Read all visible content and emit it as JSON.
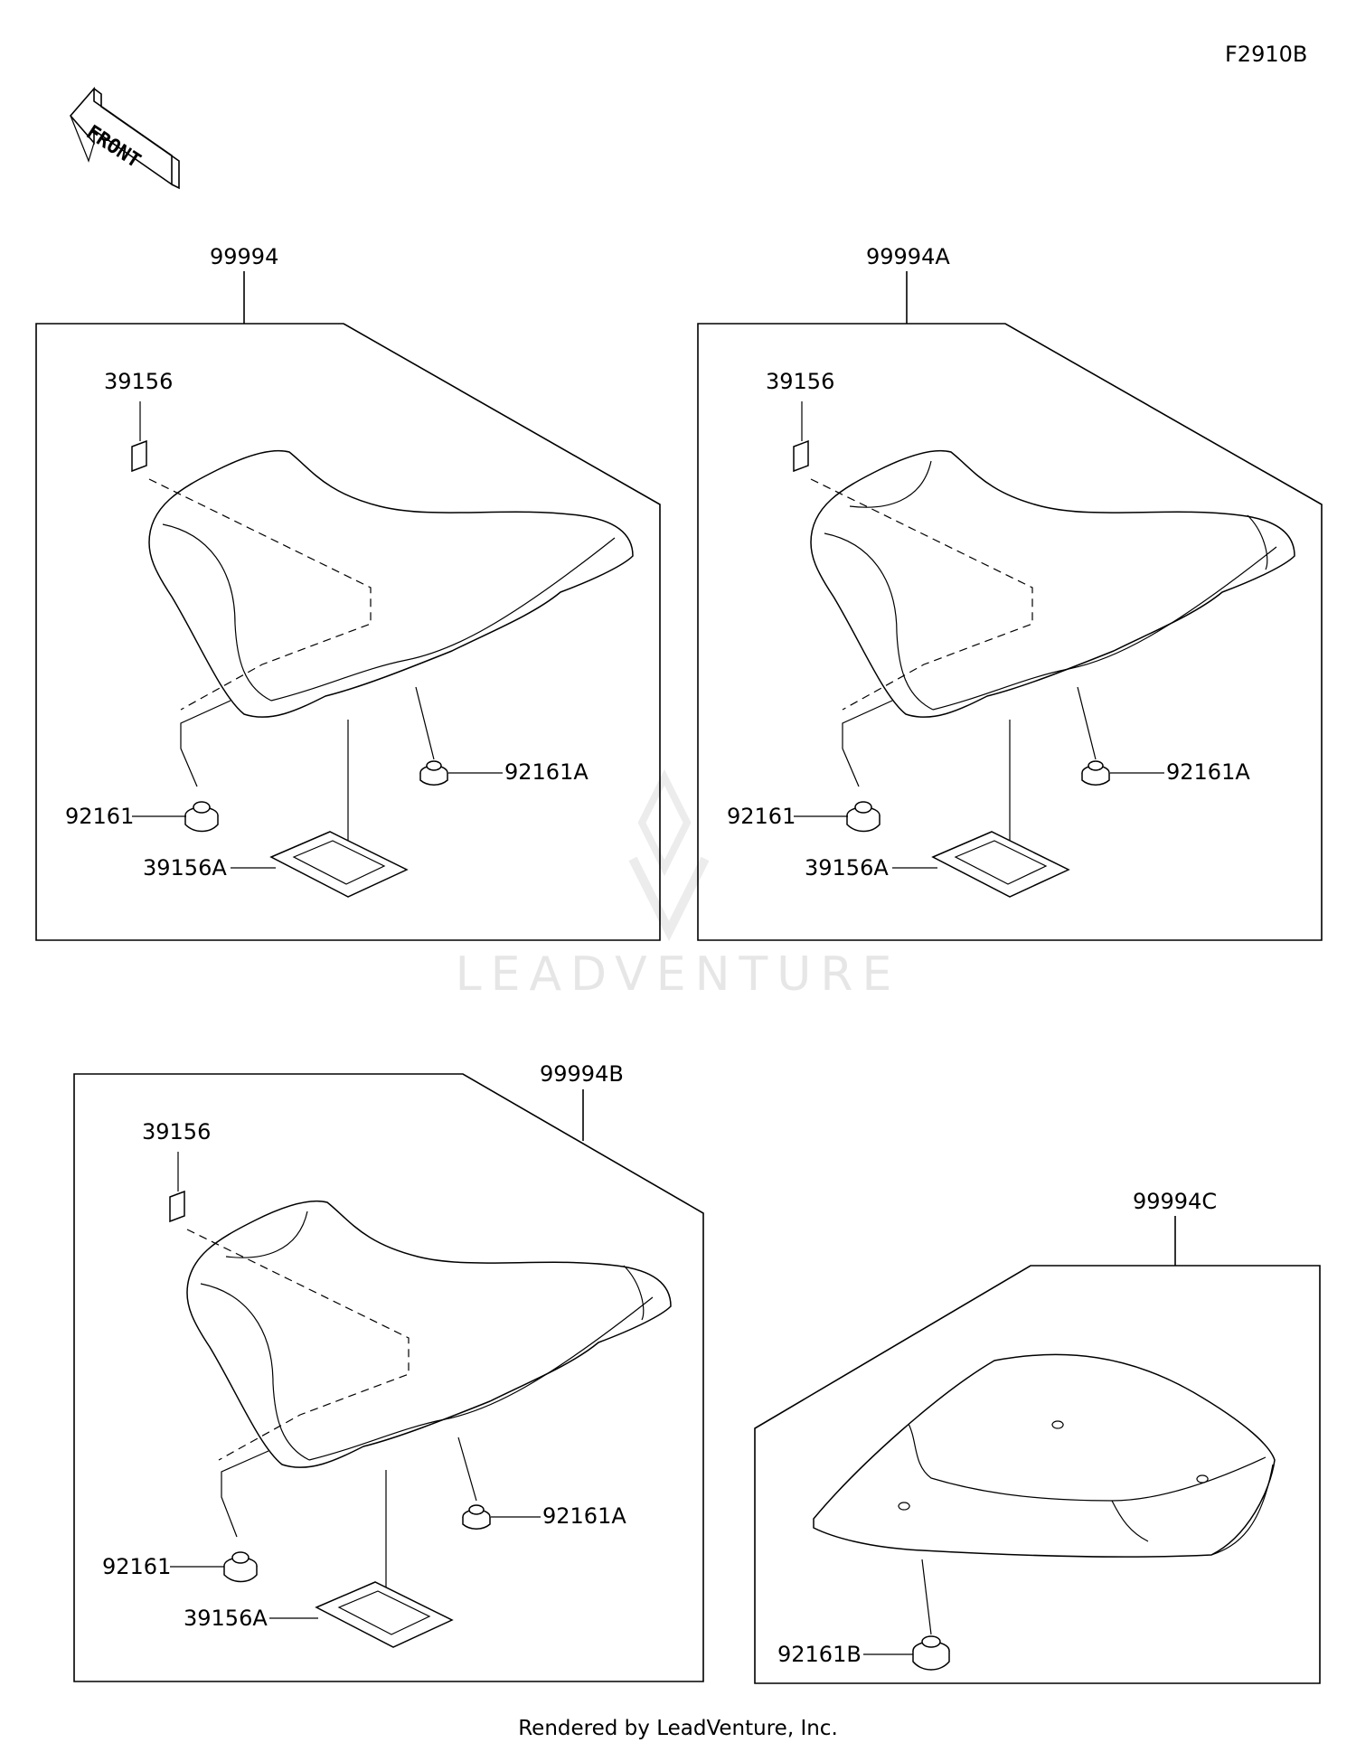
{
  "figure_code": "F2910B",
  "front_label": "FRONT",
  "watermark": "LEADVENTURE",
  "footer": "Rendered by LeadVenture, Inc.",
  "panels": [
    {
      "assembly": "99994",
      "labels": {
        "sticker": "39156",
        "pad": "39156A",
        "damper_left": "92161",
        "damper_right": "92161A"
      }
    },
    {
      "assembly": "99994A",
      "labels": {
        "sticker": "39156",
        "pad": "39156A",
        "damper_left": "92161",
        "damper_right": "92161A"
      }
    },
    {
      "assembly": "99994B",
      "labels": {
        "sticker": "39156",
        "pad": "39156A",
        "damper_left": "92161",
        "damper_right": "92161A"
      }
    },
    {
      "assembly": "99994C",
      "labels": {
        "damper": "92161B"
      }
    }
  ]
}
